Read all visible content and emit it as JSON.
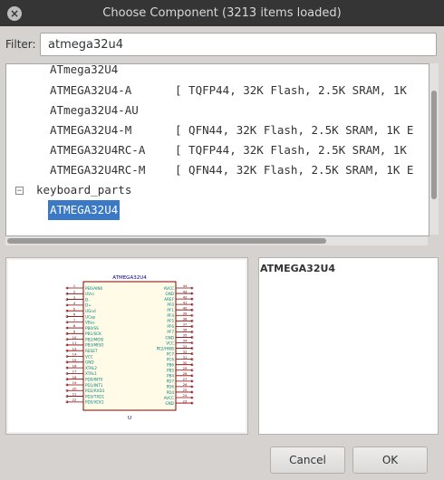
{
  "window": {
    "title": "Choose Component (3213 items loaded)"
  },
  "filter": {
    "label": "Filter:",
    "value": "atmega32u4"
  },
  "tree": {
    "items": [
      {
        "name": "ATmega32U4",
        "desc": ""
      },
      {
        "name": "ATMEGA32U4-A",
        "desc": "[ TQFP44, 32K Flash, 2.5K SRAM, 1K"
      },
      {
        "name": "ATmega32U4-AU",
        "desc": ""
      },
      {
        "name": "ATMEGA32U4-M",
        "desc": "[ QFN44, 32K Flash, 2.5K SRAM, 1K E"
      },
      {
        "name": "ATMEGA32U4RC-A",
        "desc": "[ TQFP44, 32K Flash, 2.5K SRAM, 1K"
      },
      {
        "name": "ATMEGA32U4RC-M",
        "desc": "[ QFN44, 32K Flash, 2.5K SRAM, 1K E"
      }
    ],
    "group": {
      "expander": "−",
      "label": "keyboard_parts"
    },
    "selected_item": "ATMEGA32U4"
  },
  "preview": {
    "symbol_name": "ATMEGA32U4",
    "reference": "U",
    "left_pins": [
      "PE6/AIN0",
      "UVcc",
      "D-",
      "D+",
      "UGnd",
      "UCap",
      "VBus",
      "PB0/SS",
      "PB1/SCK",
      "PB2/MOSI",
      "PB3/MISO",
      "RESET",
      "VCC",
      "GND",
      "XTAL2",
      "XTAL1",
      "PD0/INT0",
      "PD1/INT1",
      "PD2/RXD1",
      "PD3/TXD1",
      "PD5/XCK1"
    ],
    "left_nums": [
      "1",
      "2",
      "3",
      "4",
      "5",
      "6",
      "7",
      "8",
      "9",
      "10",
      "11",
      "13",
      "14",
      "15",
      "16",
      "17",
      "18",
      "19",
      "20",
      "21",
      "22"
    ],
    "right_pins": [
      "AVCC",
      "GND",
      "AREF",
      "PF0",
      "PF1",
      "PF4",
      "PF5",
      "PF6",
      "PF7",
      "GND",
      "VCC",
      "PE2/HWB",
      "PC7",
      "PC6",
      "PB6",
      "PB5",
      "PB4",
      "PD7",
      "PD6",
      "PD4",
      "AVCC",
      "GND"
    ],
    "right_nums": [
      "44",
      "43",
      "42",
      "41",
      "40",
      "39",
      "38",
      "37",
      "36",
      "35",
      "34",
      "33",
      "32",
      "31",
      "30",
      "29",
      "28",
      "27",
      "26",
      "25",
      "24",
      "23"
    ],
    "colors": {
      "body": "#840000",
      "pin": "#840000",
      "text": "#008484",
      "name": "#000084"
    }
  },
  "info": {
    "name": "ATMEGA32U4"
  },
  "buttons": {
    "cancel": "Cancel",
    "ok": "OK"
  }
}
